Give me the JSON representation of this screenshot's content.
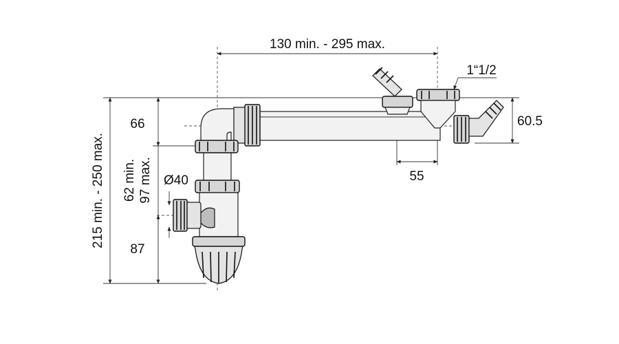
{
  "dimensions": {
    "top_length": "130 min. - 295 max.",
    "thread": "1“1/2",
    "right_height": "60.5",
    "spacing": "55",
    "upper_height": "66",
    "adjust_min": "62 min.",
    "adjust_max": "97 max.",
    "diameter": "Ø40",
    "lower_height": "87",
    "total_height": "215 min. - 250 max."
  }
}
